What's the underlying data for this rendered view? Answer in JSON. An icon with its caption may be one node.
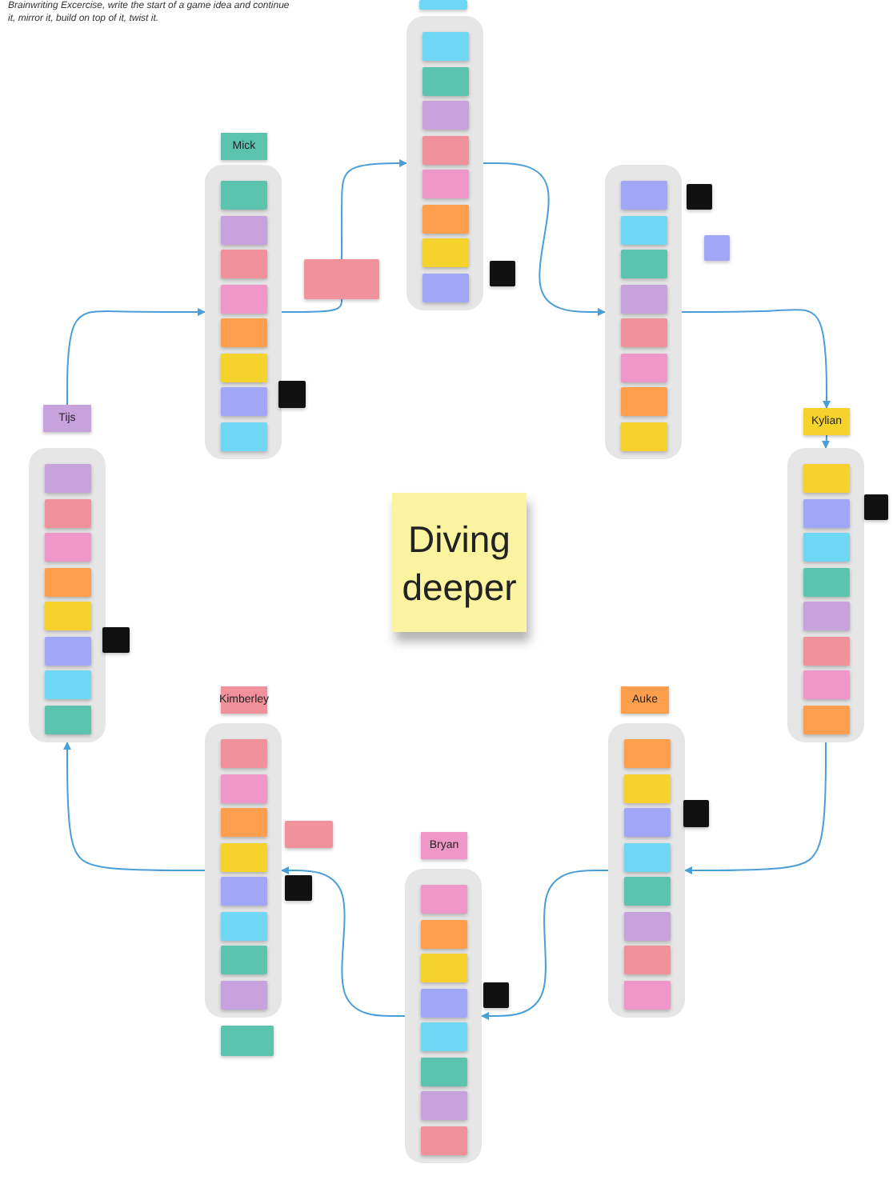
{
  "diagram": {
    "title": "Brainwriting Excercise, write the start of a game idea and continue it, mirror it, build on top of it, twist it.",
    "nodes": [
      {
        "text": [],
        "shape": "box"
      },
      {
        "text": [],
        "shape": "box"
      },
      {
        "text": [],
        "shape": "box",
        "in": 1
      },
      {
        "text": [],
        "shape": "box",
        "in": 1
      },
      {
        "text": [],
        "shape": "box",
        "in": 1
      },
      {
        "text": [],
        "shape": "box",
        "in": 1
      },
      {
        "text": [],
        "shape": "box",
        "in": 1
      },
      {
        "text": [],
        "shape": "box",
        "in": 1
      },
      {
        "text": [],
        "shape": "box",
        "in": 1
      },
      {
        "text": [],
        "shape": "box",
        "in": 1
      },
      {
        "text": [
          "Mick"
        ]
      },
      {
        "text": [],
        "shape": "box"
      },
      {
        "text": [],
        "shape": "box",
        "in": 11
      },
      {
        "text": [],
        "shape": "box",
        "in": 11
      },
      {
        "text": [],
        "shape": "box",
        "in": 11
      },
      {
        "text": [],
        "shape": "box",
        "in": 11
      },
      {
        "text": [],
        "shape": "box",
        "in": 11
      },
      {
        "text": [],
        "shape": "box",
        "in": 11
      },
      {
        "text": [],
        "shape": "box",
        "in": 11
      },
      {
        "text": [],
        "shape": "box",
        "in": 11
      },
      {
        "text": [],
        "shape": "box"
      },
      {
        "text": [],
        "shape": "box",
        "in": 20
      },
      {
        "text": [],
        "shape": "box",
        "in": 20
      },
      {
        "text": [],
        "shape": "box",
        "in": 20
      },
      {
        "text": [],
        "shape": "box",
        "in": 20
      },
      {
        "text": [],
        "shape": "box",
        "in": 20
      },
      {
        "text": [],
        "shape": "box",
        "in": 20
      },
      {
        "text": [],
        "shape": "box",
        "in": 20
      },
      {
        "text": [],
        "shape": "box",
        "in": 20
      },
      {
        "text": [
          "Kylian"
        ]
      },
      {
        "text": [],
        "shape": "box"
      },
      {
        "text": [],
        "shape": "box",
        "in": 30
      },
      {
        "text": [],
        "shape": "box",
        "in": 30
      },
      {
        "text": [],
        "shape": "box",
        "in": 30
      },
      {
        "text": [],
        "shape": "box",
        "in": 30
      },
      {
        "text": [],
        "shape": "box",
        "in": 30
      },
      {
        "text": [],
        "shape": "box",
        "in": 30
      },
      {
        "text": [],
        "shape": "box",
        "in": 30
      },
      {
        "text": [],
        "shape": "box",
        "in": 30
      },
      {
        "text": [
          "Tijs"
        ]
      },
      {
        "text": [],
        "shape": "box"
      },
      {
        "text": [],
        "shape": "box",
        "in": 40
      },
      {
        "text": [],
        "shape": "box",
        "in": 40
      },
      {
        "text": [],
        "shape": "box",
        "in": 40
      },
      {
        "text": [],
        "shape": "box",
        "in": 40
      },
      {
        "text": [],
        "shape": "box",
        "in": 40
      },
      {
        "text": [],
        "shape": "box",
        "in": 40
      },
      {
        "text": [],
        "shape": "box",
        "in": 40
      },
      {
        "text": [],
        "shape": "box",
        "in": 40
      },
      {
        "text": [
          "Diving deeper"
        ]
      },
      {
        "text": [
          "Kimberley"
        ]
      },
      {
        "text": [],
        "shape": "box"
      },
      {
        "text": [],
        "shape": "box",
        "in": 51
      },
      {
        "text": [],
        "shape": "box",
        "in": 51
      },
      {
        "text": [],
        "shape": "box",
        "in": 51
      },
      {
        "text": [],
        "shape": "box",
        "in": 51
      },
      {
        "text": [],
        "shape": "box",
        "in": 51
      },
      {
        "text": [],
        "shape": "box",
        "in": 51
      },
      {
        "text": [],
        "shape": "box",
        "in": 51
      },
      {
        "text": [],
        "shape": "box",
        "in": 51
      },
      {
        "text": [
          "Auke"
        ]
      },
      {
        "text": [],
        "shape": "box"
      },
      {
        "text": [],
        "shape": "box",
        "in": 61
      },
      {
        "text": [],
        "shape": "box",
        "in": 61
      },
      {
        "text": [],
        "shape": "box",
        "in": 61
      },
      {
        "text": [],
        "shape": "box",
        "in": 61
      },
      {
        "text": [],
        "shape": "box",
        "in": 61
      },
      {
        "text": [],
        "shape": "box",
        "in": 61
      },
      {
        "text": [],
        "shape": "box",
        "in": 61
      },
      {
        "text": [],
        "shape": "box",
        "in": 61
      },
      {
        "text": [
          "Bryan"
        ]
      },
      {
        "text": [],
        "shape": "box"
      },
      {
        "text": [],
        "shape": "box",
        "in": 71
      },
      {
        "text": [],
        "shape": "box",
        "in": 71
      },
      {
        "text": [],
        "shape": "box",
        "in": 71
      },
      {
        "text": [],
        "shape": "box",
        "in": 71
      },
      {
        "text": [],
        "shape": "box",
        "in": 71
      },
      {
        "text": [],
        "shape": "box",
        "in": 71
      },
      {
        "text": [],
        "shape": "box",
        "in": 71
      },
      {
        "text": [],
        "shape": "box",
        "in": 71
      },
      {
        "text": [],
        "shape": "box"
      },
      {
        "text": [],
        "shape": "box"
      },
      {
        "text": [],
        "shape": "box"
      },
      {
        "text": [],
        "shape": "box"
      },
      {
        "text": [],
        "shape": "box"
      },
      {
        "text": [],
        "shape": "box"
      },
      {
        "text": [],
        "shape": "box"
      },
      {
        "text": [],
        "shape": "box"
      },
      {
        "text": [],
        "shape": "box"
      },
      {
        "text": [],
        "shape": "box"
      },
      {
        "text": [],
        "shape": "box"
      },
      {
        "text": [],
        "shape": "box"
      }
    ],
    "edges": [
      {
        "from": 39,
        "to": 11,
        "arrow": "to"
      },
      {
        "from": 11,
        "to": 80,
        "arrow": "none"
      },
      {
        "from": 80,
        "to": 1,
        "arrow": "to"
      },
      {
        "from": 1,
        "to": 20,
        "arrow": "to"
      },
      {
        "from": 20,
        "to": 29,
        "arrow": "to"
      },
      {
        "from": 29,
        "to": 30,
        "arrow": "to"
      },
      {
        "from": 30,
        "to": 61,
        "arrow": "to"
      },
      {
        "from": 61,
        "to": 71,
        "arrow": "to"
      },
      {
        "from": 71,
        "to": 51,
        "arrow": "to"
      },
      {
        "from": 51,
        "to": 40,
        "arrow": "to"
      }
    ]
  }
}
